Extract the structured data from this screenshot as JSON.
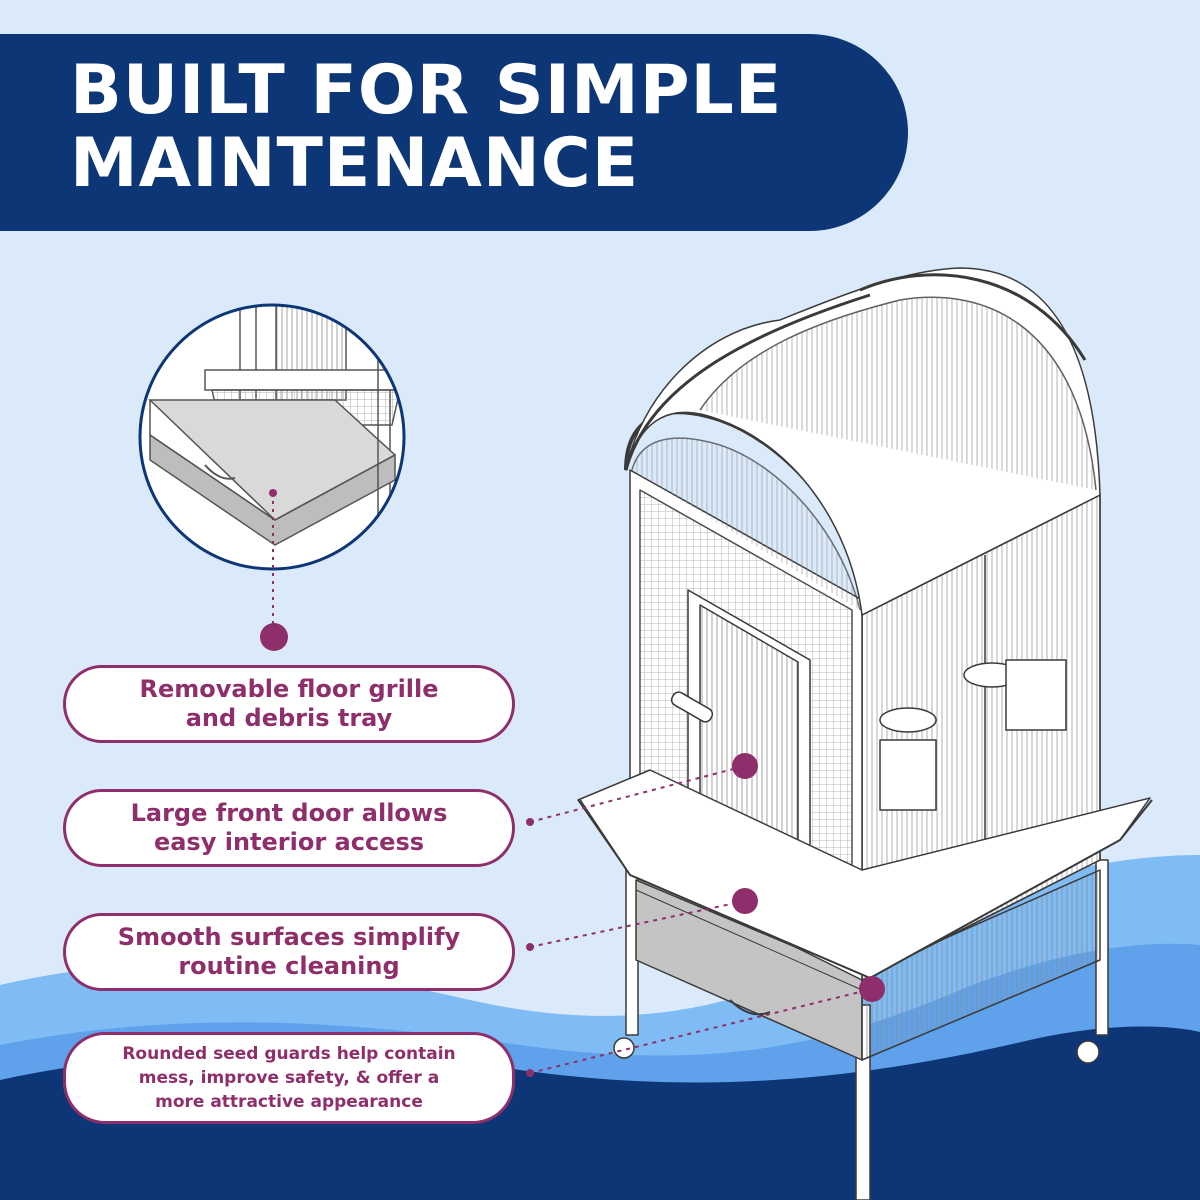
{
  "header": {
    "title_line1": "BUILT FOR SIMPLE",
    "title_line2": "MAINTENANCE"
  },
  "features": [
    {
      "line1": "Removable floor grille",
      "line2": "and debris tray",
      "line3": ""
    },
    {
      "line1": "Large front door allows",
      "line2": "easy interior access",
      "line3": ""
    },
    {
      "line1": "Smooth surfaces simplify",
      "line2": "routine cleaning",
      "line3": ""
    },
    {
      "line1": "Rounded seed guards help contain",
      "line2": "mess, improve safety, & offer a",
      "line3": "more attractive appearance"
    }
  ],
  "colors": {
    "navy": "#0d3676",
    "background": "#dbeafb",
    "wave_light": "#7fbcf5",
    "wave_mid": "#5fa2eb",
    "accent_magenta": "#8e2f6b",
    "cage_line": "#3a3a3a",
    "tray_gray": "#c4c4c4"
  },
  "icons": {
    "inset": "tray-detail-inset",
    "cage": "bird-cage-illustration",
    "markers": "callout-dot-icon"
  }
}
